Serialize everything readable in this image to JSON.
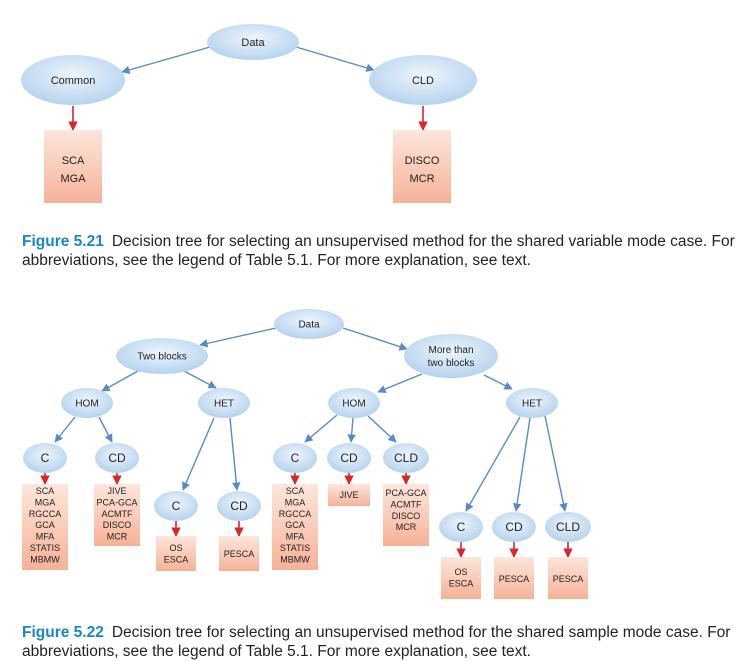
{
  "figure_521": {
    "nodes": {
      "root": "Data",
      "common": "Common",
      "cld": "CLD",
      "common_methods": [
        "SCA",
        "MGA"
      ],
      "cld_methods": [
        "DISCO",
        "MCR"
      ]
    },
    "caption_label": "Figure 5.21",
    "caption_text": "Decision tree for selecting an unsupervised method for the shared variable mode case. For abbreviations, see the legend of Table 5.1. For more explanation, see text."
  },
  "figure_522": {
    "nodes": {
      "root": "Data",
      "two_blocks": "Two blocks",
      "more_blocks": [
        "More than",
        "two blocks"
      ],
      "tb_hom": "HOM",
      "tb_het": "HET",
      "mb_hom": "HOM",
      "mb_het": "HET",
      "tb_hom_c": "C",
      "tb_hom_cd": "CD",
      "tb_het_c": "C",
      "tb_het_cd": "CD",
      "mb_hom_c": "C",
      "mb_hom_cd": "CD",
      "mb_hom_cld": "CLD",
      "mb_het_c": "C",
      "mb_het_cd": "CD",
      "mb_het_cld": "CLD"
    },
    "methods": {
      "tb_hom_c": [
        "SCA",
        "MGA",
        "RGCCA",
        "GCA",
        "MFA",
        "STATIS",
        "MBMW"
      ],
      "tb_hom_cd": [
        "JIVE",
        "PCA-GCA",
        "ACMTF",
        "DISCO",
        "MCR"
      ],
      "tb_het_c": [
        "OS",
        "ESCA"
      ],
      "tb_het_cd": [
        "PESCA"
      ],
      "mb_hom_c": [
        "SCA",
        "MGA",
        "RGCCA",
        "GCA",
        "MFA",
        "STATIS",
        "MBMW"
      ],
      "mb_hom_cd": [
        "JIVE"
      ],
      "mb_hom_cld": [
        "PCA-GCA",
        "ACMTF",
        "DISCO",
        "MCR"
      ],
      "mb_het_c": [
        "OS",
        "ESCA"
      ],
      "mb_het_cd": [
        "PESCA"
      ],
      "mb_het_cld": [
        "PESCA"
      ]
    },
    "caption_label": "Figure 5.22",
    "caption_text": "Decision tree for selecting an unsupervised method for the shared sample mode case. For abbreviations, see the legend of Table 5.1. For more explanation, see text."
  },
  "colors": {
    "ellipse_light": "#eef5fc",
    "ellipse_dark": "#b5d3ee",
    "box_light": "#fde6dc",
    "box_dark": "#f6b297",
    "edge": "#5a8ac6",
    "method_arrow": "#d9262c",
    "caption_label": "#1a86c8"
  }
}
